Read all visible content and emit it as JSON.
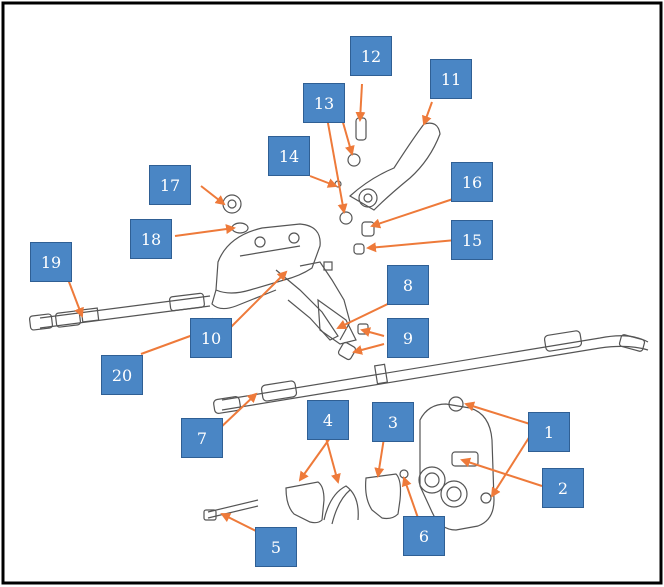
{
  "diagram": {
    "colors": {
      "callout_box": "#4a86c5",
      "leader_line": "#ee7a3a",
      "frame": "#000000",
      "part_outline": "#555555"
    },
    "callouts": [
      {
        "id": "1",
        "text": "1"
      },
      {
        "id": "2",
        "text": "2"
      },
      {
        "id": "3",
        "text": "3"
      },
      {
        "id": "4",
        "text": "4"
      },
      {
        "id": "5",
        "text": "5"
      },
      {
        "id": "6",
        "text": "6"
      },
      {
        "id": "7",
        "text": "7"
      },
      {
        "id": "8",
        "text": "8"
      },
      {
        "id": "9",
        "text": "9"
      },
      {
        "id": "10",
        "text": "10"
      },
      {
        "id": "11",
        "text": "11"
      },
      {
        "id": "12",
        "text": "12"
      },
      {
        "id": "13",
        "text": "13"
      },
      {
        "id": "14",
        "text": "14"
      },
      {
        "id": "15",
        "text": "15"
      },
      {
        "id": "16",
        "text": "16"
      },
      {
        "id": "17",
        "text": "17"
      },
      {
        "id": "18",
        "text": "18"
      },
      {
        "id": "19",
        "text": "19"
      },
      {
        "id": "20",
        "text": "20"
      }
    ]
  }
}
